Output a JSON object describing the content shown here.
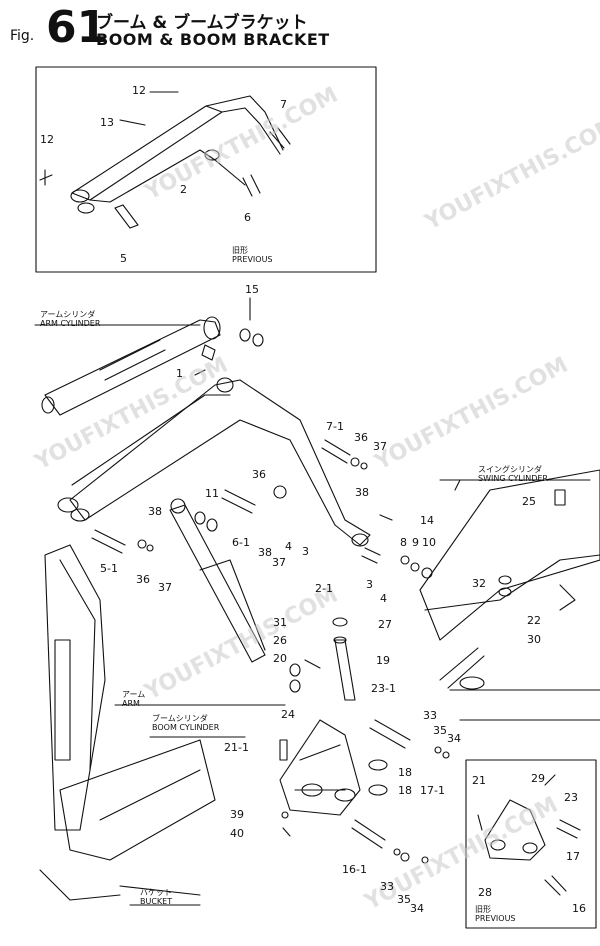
{
  "header": {
    "fig_prefix": "Fig.",
    "fig_number": "61",
    "title_jp": "ブーム & ブームブラケット",
    "title_en": "BOOM & BOOM BRACKET"
  },
  "labels": {
    "previous_top_jp": "旧形",
    "previous_top_en": "PREVIOUS",
    "arm_cylinder_jp": "アームシリンダ",
    "arm_cylinder_en": "ARM CYLINDER",
    "swing_cylinder_jp": "スイングシリンダ",
    "swing_cylinder_en": "SWING CYLINDER",
    "arm_jp": "アーム",
    "arm_en": "ARM",
    "boom_cylinder_jp": "ブームシリンダ",
    "boom_cylinder_en": "BOOM CYLINDER",
    "bucket_jp": "バケット",
    "bucket_en": "BUCKET",
    "previous_bottom_jp": "旧形",
    "previous_bottom_en": "PREVIOUS"
  },
  "watermark": "YOUFIXTHIS.COM",
  "callouts": {
    "c12a": "12",
    "c13": "13",
    "c7top": "7",
    "c12b": "12",
    "c2top": "2",
    "c6top": "6",
    "c5top": "5",
    "c15": "15",
    "c1": "1",
    "c7_1": "7-1",
    "c36a": "36",
    "c37a": "37",
    "c38a": "38",
    "c14": "14",
    "c25": "25",
    "c11": "11",
    "c36b": "36",
    "c38b": "38",
    "c6_1": "6-1",
    "c38c": "38",
    "c37b": "37",
    "c4a": "4",
    "c3a": "3",
    "c2_1": "2-1",
    "c3b": "3",
    "c4b": "4",
    "c8": "8",
    "c9": "9",
    "c10": "10",
    "c5_1": "5-1",
    "c36c": "36",
    "c37c": "37",
    "c32": "32",
    "c22": "22",
    "c30": "30",
    "c31": "31",
    "c26": "26",
    "c27": "27",
    "c20": "20",
    "c19": "19",
    "c24": "24",
    "c23_1": "23-1",
    "c33a": "33",
    "c35a": "35",
    "c34a": "34",
    "c21_1": "21-1",
    "c18a": "18",
    "c18b": "18",
    "c17_1": "17-1",
    "c39": "39",
    "c40": "40",
    "c16_1": "16-1",
    "c33b": "33",
    "c35b": "35",
    "c34b": "34",
    "c21": "21",
    "c29": "29",
    "c23": "23",
    "c17": "17",
    "c28": "28",
    "c16": "16"
  }
}
